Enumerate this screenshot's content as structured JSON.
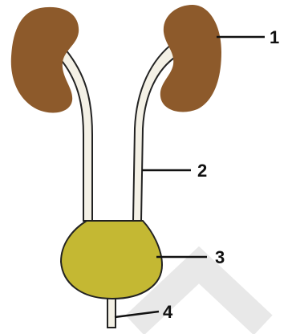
{
  "diagram": {
    "labels": {
      "kidney": "1",
      "ureter": "2",
      "bladder": "3",
      "urethra": "4"
    }
  },
  "colors": {
    "kidney": "#8d5a2b",
    "bladder": "#c4b833",
    "ureter_fill": "#f4f1e6",
    "outline": "#222222",
    "watermark": "#e8e8e8"
  }
}
